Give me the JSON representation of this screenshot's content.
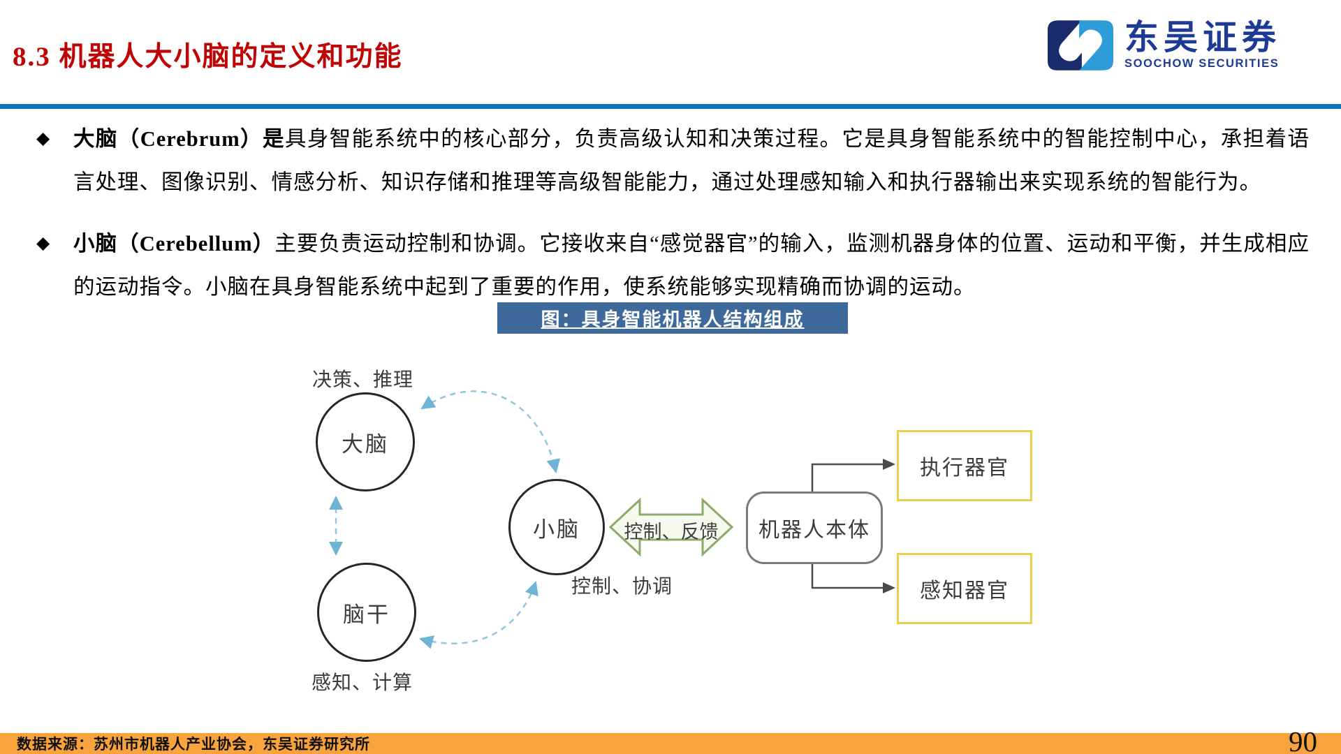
{
  "header": {
    "title": "8.3 机器人大小脑的定义和功能"
  },
  "logo": {
    "cn": "东吴证券",
    "en": "SOOCHOW SECURITIES"
  },
  "bullets": [
    {
      "marker": "◆",
      "lead": "大脑（Cerebrum）是",
      "rest": "具身智能系统中的核心部分，负责高级认知和决策过程。它是具身智能系统中的智能控制中心，承担着语言处理、图像识别、情感分析、知识存储和推理等高级智能能力，通过处理感知输入和执行器输出来实现系统的智能行为。"
    },
    {
      "marker": "◆",
      "lead": "小脑（Cerebellum）",
      "rest": "主要负责运动控制和协调。它接收来自“感觉器官”的输入，监测机器身体的位置、运动和平衡，并生成相应的运动指令。小脑在具身智能系统中起到了重要的作用，使系统能够实现精确而协调的运动。"
    }
  ],
  "figure": {
    "title": "图：具身智能机器人结构组成",
    "nodes": {
      "cerebrum": "大脑",
      "cerebellum": "小脑",
      "brainstem": "脑干",
      "robot_body": "机器人本体",
      "actuators": "执行器官",
      "sensors": "感知器官"
    },
    "labels": {
      "cerebrum": "决策、推理",
      "cerebellum": "控制、协调",
      "brainstem": "感知、计算",
      "control_feedback": "控制、反馈"
    }
  },
  "footer": {
    "source": "数据来源：苏州市机器人产业协会，东吴证券研究所",
    "page": "90"
  },
  "colors": {
    "title_red": "#BE0404",
    "divider_blue": "#1072BC",
    "figure_bar_blue": "#3D6A9B",
    "footer_orange": "#F9A33C",
    "logo_navy": "#1D3B94",
    "logo_light_blue": "#2E9CD6",
    "logo_dark_navy": "#1A2B6B",
    "dashed_arrow_blue": "#8FC5DD",
    "green_arrow_stroke": "#8CAB68",
    "green_arrow_fill": "#F5F9EE",
    "yellow_box_border": "#E9D14E",
    "circle_border": "#262626"
  }
}
